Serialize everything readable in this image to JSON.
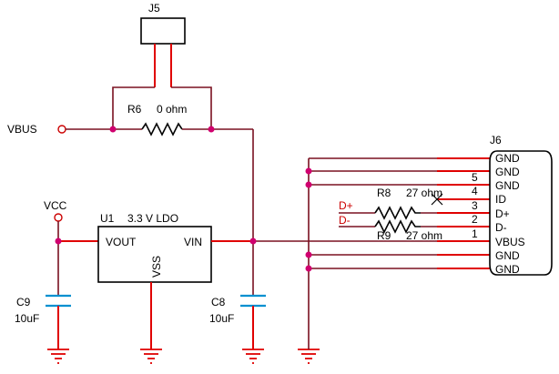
{
  "labels": {
    "j5": "J5",
    "vbus_net": "VBUS",
    "r6_ref": "R6",
    "r6_val": "0 ohm",
    "vcc_net": "VCC",
    "u1_ref": "U1",
    "u1_val": "3.3 V LDO",
    "u1_vout": "VOUT",
    "u1_vin": "VIN",
    "u1_vss": "VSS",
    "c9_ref": "C9",
    "c9_val": "10uF",
    "c8_ref": "C8",
    "c8_val": "10uF",
    "j6": "J6",
    "r8_ref": "R8",
    "r8_val": "27 ohm",
    "r9_ref": "R9",
    "r9_val": "27 ohm",
    "dplus_net": "D+",
    "dminus_net": "D-"
  },
  "j6_pins": [
    {
      "name": "GND",
      "number": ""
    },
    {
      "name": "GND",
      "number": "5"
    },
    {
      "name": "GND",
      "number": ""
    },
    {
      "name": "ID",
      "number": "4"
    },
    {
      "name": "D+",
      "number": "3"
    },
    {
      "name": "D-",
      "number": "2"
    },
    {
      "name": "VBUS",
      "number": "1"
    },
    {
      "name": "GND",
      "number": ""
    },
    {
      "name": "GND",
      "number": ""
    }
  ],
  "colors": {
    "wire": "#7a1020",
    "pin": "#e00000",
    "capacitor": "#0090d0",
    "junction": "#d0006f"
  }
}
